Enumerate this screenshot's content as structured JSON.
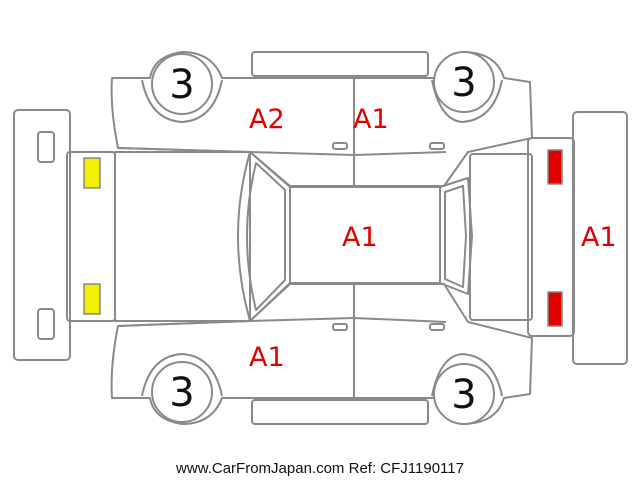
{
  "diagram": {
    "wheel_grades": {
      "front_left": "3",
      "rear_left": "3",
      "front_right": "3",
      "rear_right": "3"
    },
    "damage_codes": {
      "right_front_door": "A2",
      "right_rear_door": "A1",
      "roof": "A1",
      "left_front_door": "A1",
      "rear_bumper": "A1"
    },
    "lamp_colors": {
      "front": "#f3ef00",
      "rear": "#e00000"
    },
    "code_color": "#e00000",
    "line_color": "#8a8a8a"
  },
  "footer": {
    "site": "www.CarFromJapan.com",
    "ref": "Ref: CFJ1190117"
  }
}
